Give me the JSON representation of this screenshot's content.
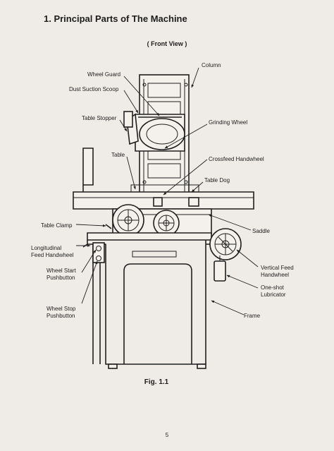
{
  "heading": "1.  Principal Parts of The Machine",
  "view_title": "( Front View )",
  "figure_caption": "Fig. 1.1",
  "page_number": "5",
  "labels": {
    "column": "Column",
    "wheel_guard": "Wheel Guard",
    "dust_suction_scoop": "Dust Suction Scoop",
    "table_stopper": "Table Stopper",
    "grinding_wheel": "Grinding Wheel",
    "table": "Table",
    "crossfeed_handwheel": "Crossfeed Handwheel",
    "table_dog": "Table Dog",
    "table_clamp": "Table Clamp",
    "saddle": "Saddle",
    "longitudinal_1": "Longitudinal",
    "longitudinal_2": "Feed Handwheel",
    "wheel_start_1": "Wheel Start",
    "wheel_start_2": "Pushbutton",
    "vertical_feed_1": "Vertical Feed",
    "vertical_feed_2": "Handwheel",
    "one_shot_1": "One-shot",
    "one_shot_2": "Lubricator",
    "wheel_stop_1": "Wheel Stop",
    "wheel_stop_2": "Pushbutton",
    "frame": "Frame"
  }
}
